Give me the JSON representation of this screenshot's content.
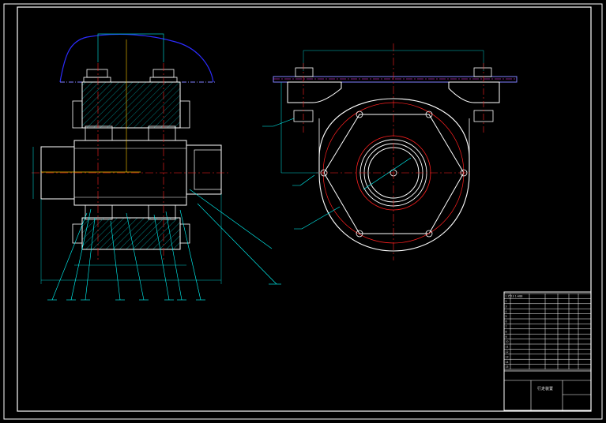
{
  "title_block": {
    "drawing_title": "行走装置",
    "parts": [
      "1 Z51E  1-H88",
      "2 ",
      "3 ",
      "4 ",
      "5 ",
      "6 ",
      "7 ",
      "8 ",
      "9 ",
      "10 ",
      "11 ",
      "12 ",
      "13 ",
      "14 ",
      "15 "
    ]
  },
  "colors": {
    "background": "#000000",
    "outline": "#ffffff",
    "dimension": "#00c8c8",
    "centerline": "#ff2020",
    "hatch": "#00c8c8",
    "contour": "#2020ff",
    "leader": "#00ffff",
    "rail": "#8080ff"
  }
}
